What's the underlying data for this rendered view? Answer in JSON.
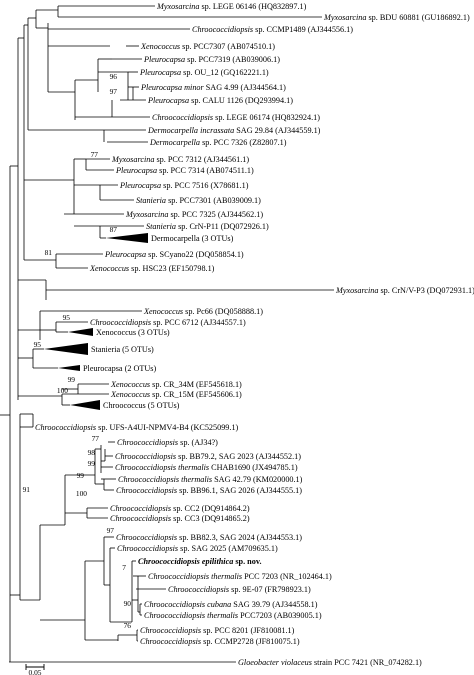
{
  "taxa": [
    {
      "id": "t1",
      "genus": "Myxosarcina",
      "rest": " sp. LEGE 06146 (HQ832897.1)"
    },
    {
      "id": "t2",
      "genus": "Myxosarcina",
      "rest": " sp. BDU 60881 (GU186892.1)"
    },
    {
      "id": "t3",
      "genus": "Chroococcidiopsis",
      "rest": " sp. CCMP1489 (AJ344556.1)"
    },
    {
      "id": "t4",
      "genus": "Xenococcus",
      "rest": " sp. PCC7307 (AB074510.1)"
    },
    {
      "id": "t5",
      "genus": "Pleurocapsa",
      "rest": " sp. PCC7319 (AB039006.1)"
    },
    {
      "id": "t6",
      "genus": "Pleurocapsa",
      "rest": " sp. OU_12 (GQ162221.1)"
    },
    {
      "id": "t7",
      "genus": "Pleurocapsa minor",
      "rest": " SAG 4.99 (AJ344564.1)"
    },
    {
      "id": "t8",
      "genus": "Pleurocapsa",
      "rest": " sp. CALU 1126 (DQ293994.1)"
    },
    {
      "id": "t9",
      "genus": "Chroococcidiopsis",
      "rest": " sp. LEGE 06174 (HQ832924.1)"
    },
    {
      "id": "t10",
      "genus": "Dermocarpella incrassata",
      "rest": " SAG 29.84 (AJ344559.1)"
    },
    {
      "id": "t11",
      "genus": "Dermocarpella",
      "rest": " sp. PCC 7326 (Z82807.1)"
    },
    {
      "id": "t12",
      "genus": "Myxosarcina",
      "rest": " sp. PCC 7312 (AJ344561.1)"
    },
    {
      "id": "t13",
      "genus": "Pleurocapsa",
      "rest": " sp. PCC 7314 (AB074511.1)"
    },
    {
      "id": "t14",
      "genus": "Pleurocapsa",
      "rest": " sp. PCC 7516 (X78681.1)"
    },
    {
      "id": "t15",
      "genus": "Stanieria",
      "rest": " sp. PCC7301 (AB039009.1)"
    },
    {
      "id": "t16",
      "genus": "Myxosarcina",
      "rest": " sp. PCC 7325 (AJ344562.1)"
    },
    {
      "id": "t17",
      "genus": "Stanieria",
      "rest": " sp. CrN-P11 (DQ072926.1)"
    },
    {
      "id": "t18",
      "genus": "",
      "rest": "Dermocarpella (3 OTUs)"
    },
    {
      "id": "t19",
      "genus": "Pleurocapsa",
      "rest": " sp. SCyano22 (DQ058854.1)"
    },
    {
      "id": "t20",
      "genus": "Xenococcus",
      "rest": " sp. HSC23 (EF150798.1)"
    },
    {
      "id": "t21",
      "genus": "Myxosarcina",
      "rest": " sp. CrN/V-P3 (DQ072931.1)"
    },
    {
      "id": "t22",
      "genus": "Xenococcus",
      "rest": " sp. Pc66 (DQ058888.1)"
    },
    {
      "id": "t23",
      "genus": "Chroococcidiopsis",
      "rest": " sp. PCC 6712 (AJ344557.1)"
    },
    {
      "id": "t24",
      "genus": "",
      "rest": "Xenococcus (3 OTUs)"
    },
    {
      "id": "t25",
      "genus": "",
      "rest": "Stanieria (5 OTUs)"
    },
    {
      "id": "t26",
      "genus": "",
      "rest": "Pleurocapsa (2 OTUs)"
    },
    {
      "id": "t27",
      "genus": "Xenococcus",
      "rest": " sp. CR_34M (EF545618.1)"
    },
    {
      "id": "t28",
      "genus": "Xenococcus",
      "rest": " sp. CR_15M (EF545606.1)"
    },
    {
      "id": "t29",
      "genus": "",
      "rest": "Chroococcus (5 OTUs)"
    },
    {
      "id": "t30",
      "genus": "Chroococcidiopsis",
      "rest": " sp. UFS-A4UI-NPMV4-B4 (KC525099.1)"
    },
    {
      "id": "t31",
      "genus": "Chroococcidiopsis",
      "rest": " sp. (AJ34?)"
    },
    {
      "id": "t32",
      "genus": "Chroococcidiopsis",
      "rest": " sp. BB79.2, SAG 2023 (AJ344552.1)"
    },
    {
      "id": "t33",
      "genus": "Chroococcidiopsis thermalis",
      "rest": " CHAB1690 (JX494785.1)"
    },
    {
      "id": "t34",
      "genus": "Chroococcidiopsis thermalis",
      "rest": " SAG 42.79 (KM020000.1)"
    },
    {
      "id": "t35",
      "genus": "Chroococcidiopsis",
      "rest": " sp. BB96.1, SAG 2026 (AJ344555.1)"
    },
    {
      "id": "t36",
      "genus": "Chroococcidiopsis",
      "rest": " sp. CC2 (DQ914864.2)"
    },
    {
      "id": "t37",
      "genus": "Chroococcidiopsis",
      "rest": " sp. CC3 (DQ914865.2)"
    },
    {
      "id": "t38",
      "genus": "Chroococcidiopsis",
      "rest": " sp. BB82.3, SAG 2024 (AJ344553.1)"
    },
    {
      "id": "t39",
      "genus": "Chroococcidiopsis",
      "rest": " sp. SAG 2025 (AM709635.1)"
    },
    {
      "id": "t40",
      "genus": "Chroococcidiopsis epilithica",
      "rest": " sp. nov.",
      "bold": true
    },
    {
      "id": "t41",
      "genus": "Chroococcidiopsis thermalis",
      "rest": " PCC 7203 (NR_102464.1)"
    },
    {
      "id": "t42",
      "genus": "Chroococcidiopsis",
      "rest": " sp. 9E-07 (FR798923.1)"
    },
    {
      "id": "t43",
      "genus": "Chroococcidiopsis cubana",
      "rest": " SAG 39.79 (AJ344558.1)"
    },
    {
      "id": "t44",
      "genus": "Chroococcidiopsis thermalis",
      "rest": " PCC7203 (AB039005.1)"
    },
    {
      "id": "t45",
      "genus": "Chroococcidiopsis",
      "rest": " sp. PCC 8201 (JF810081.1)"
    },
    {
      "id": "t46",
      "genus": "Chroococcidiopsis",
      "rest": " sp. CCMP2728 (JF810075.1)"
    },
    {
      "id": "t47",
      "genus": "Gloeobacter violaceus",
      "rest": " strain PCC 7421 (NR_074282.1)"
    }
  ],
  "bootstrap_values": [
    "96",
    "97",
    "77",
    "87",
    "81",
    "95",
    "95",
    "99",
    "100",
    "77",
    "98",
    "99",
    "99",
    "100",
    "91",
    "97",
    "7",
    "90",
    "76"
  ],
  "scale_bar": {
    "label": "0.05"
  }
}
